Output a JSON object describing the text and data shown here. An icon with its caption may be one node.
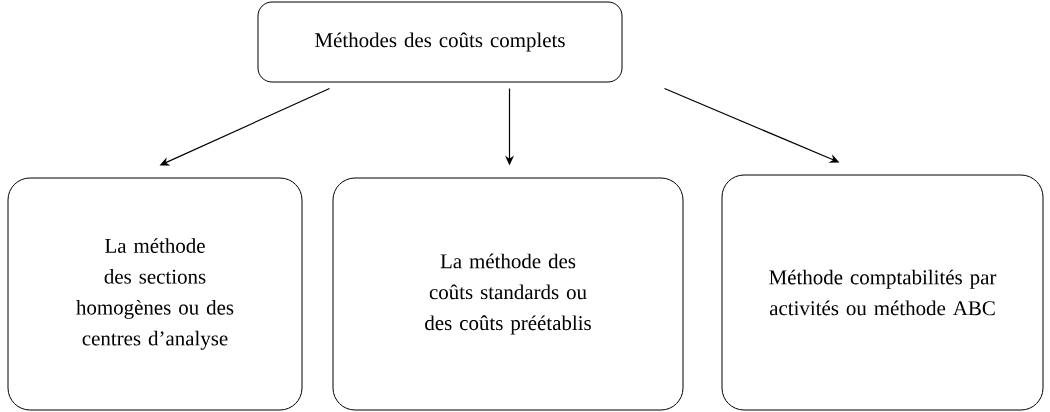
{
  "diagram": {
    "nodes": [
      {
        "text": [
          "Méthodes des coûts complets"
        ]
      },
      {
        "text": [
          "La méthode des sections homogènes ou des centres d’analyse"
        ]
      },
      {
        "text": [
          "La méthode des coûts standards ou des coûts préétablis"
        ]
      },
      {
        "text": [
          "Méthode comptabilités par activités ou méthode ABC"
        ]
      }
    ],
    "edges": [
      {
        "from": 0,
        "to": 1,
        "arrow": "to"
      },
      {
        "from": 0,
        "to": 2,
        "arrow": "to"
      },
      {
        "from": 0,
        "to": 3,
        "arrow": "to"
      }
    ]
  }
}
